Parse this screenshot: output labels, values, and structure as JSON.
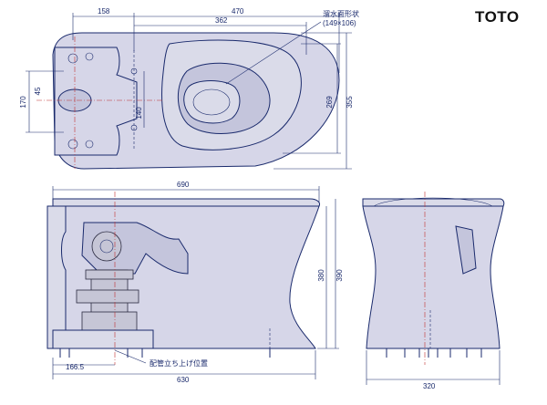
{
  "brand": {
    "logo_text": "TOTO"
  },
  "top_view": {
    "dim_offset": "158",
    "dim_width_total": "470",
    "dim_width_inner": "362",
    "dim_height_outer": "355",
    "dim_height_inner": "269",
    "dim_side": "170",
    "dim_mid": "140",
    "dim_small": "45",
    "note_line1": "溜水面形状",
    "note_line2": "(149×106)"
  },
  "side_view": {
    "dim_length": "690",
    "dim_base": "630",
    "dim_offset": "166.5",
    "dim_height_inner": "380",
    "dim_height_outer": "390",
    "note_piping": "配管立ち上げ位置"
  },
  "front_view": {
    "dim_width": "320"
  },
  "colors": {
    "line": "#1a2a6c",
    "body": "#d6d6e8",
    "bowl": "#c4c5dc",
    "accent_red": "#c03030"
  }
}
